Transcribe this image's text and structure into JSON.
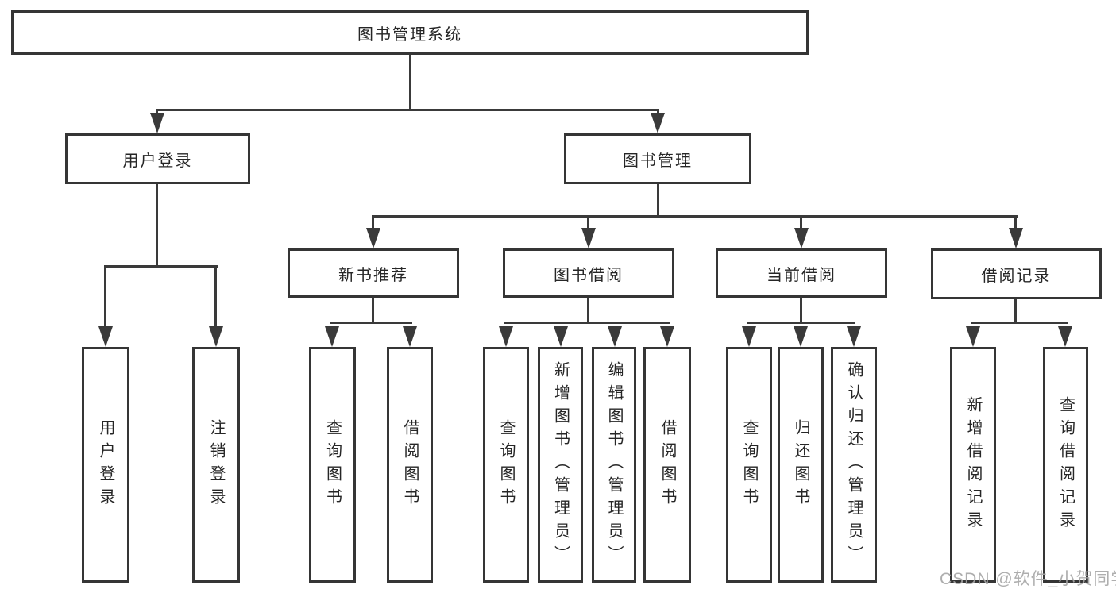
{
  "diagram_title": "图书管理系统",
  "nodes": {
    "root": "图书管理系统",
    "user_login": "用户登录",
    "book_mgmt": "图书管理",
    "new_book_rec": "新书推荐",
    "book_borrow": "图书借阅",
    "current_borrow": "当前借阅",
    "borrow_record": "借阅记录",
    "leaf_user_login": "用户登录",
    "leaf_logout": "注销登录",
    "leaf_query_book_a": "查询图书",
    "leaf_borrow_book_a": "借阅图书",
    "leaf_query_book_b": "查询图书",
    "leaf_add_book": "新增图书（管理员）",
    "leaf_edit_book": "编辑图书（管理员）",
    "leaf_borrow_book_b": "借阅图书",
    "leaf_query_book_c": "查询图书",
    "leaf_return_book": "归还图书",
    "leaf_confirm_return": "确认归还（管理员）",
    "leaf_add_record": "新增借阅记录",
    "leaf_query_record": "查询借阅记录"
  },
  "watermark": "CSDN @软件_小贺同学",
  "colors": {
    "line": "#3a3a3a",
    "border": "#353535",
    "text": "#262626",
    "watermark": "#a5a5a5",
    "background": "#ffffff"
  }
}
